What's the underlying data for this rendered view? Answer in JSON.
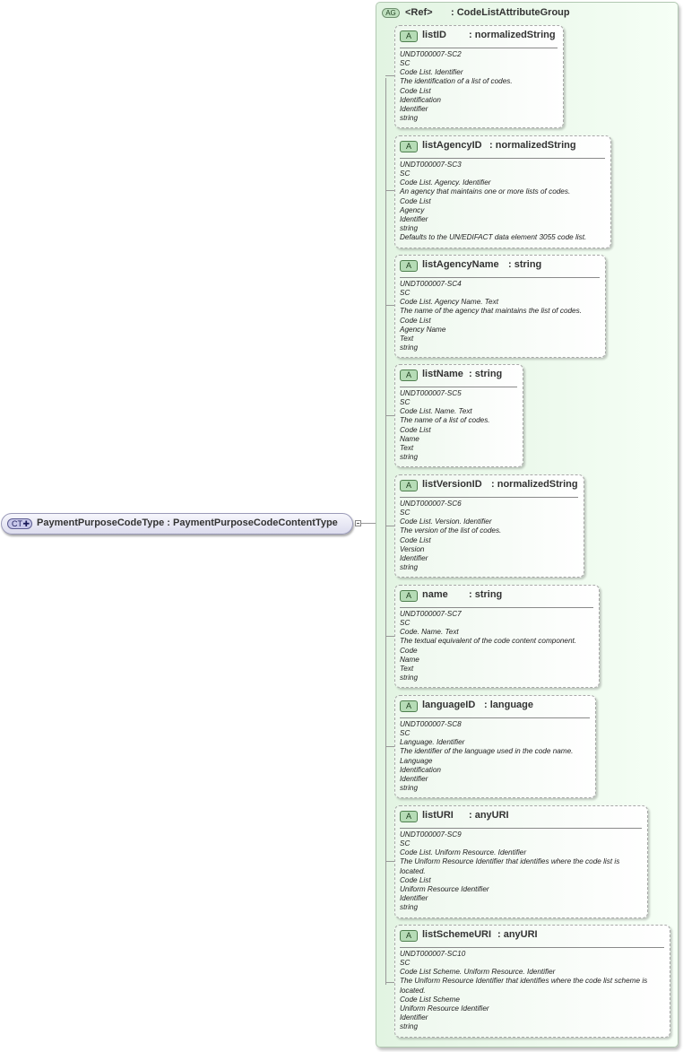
{
  "complex_type": {
    "badge": "CT",
    "name": "PaymentPurposeCodeType",
    "type": ": PaymentPurposeCodeContentType"
  },
  "attribute_group": {
    "badge": "AG",
    "ref": "<Ref>",
    "type": ": CodeListAttributeGroup"
  },
  "attributes": [
    {
      "badge": "A",
      "name": "listID",
      "type": ": normalizedString",
      "doc": [
        "UNDT000007-SC2",
        "SC",
        "Code List. Identifier",
        "The identification of a list of codes.",
        "Code List",
        "Identification",
        "Identifier",
        "string"
      ]
    },
    {
      "badge": "A",
      "name": "listAgencyID",
      "type": ": normalizedString",
      "doc": [
        "UNDT000007-SC3",
        "SC",
        "Code List. Agency. Identifier",
        "An agency that maintains one or more lists of codes.",
        "Code List",
        "Agency",
        "Identifier",
        "string",
        "Defaults to the UN/EDIFACT data element 3055 code list."
      ]
    },
    {
      "badge": "A",
      "name": "listAgencyName",
      "type": ": string",
      "doc": [
        "UNDT000007-SC4",
        "SC",
        "Code List. Agency Name. Text",
        "The name of the agency that maintains the list of codes.",
        "Code List",
        "Agency Name",
        "Text",
        "string"
      ]
    },
    {
      "badge": "A",
      "name": "listName",
      "type": ": string",
      "doc": [
        "UNDT000007-SC5",
        "SC",
        "Code List. Name. Text",
        "The name of a list of codes.",
        "Code List",
        "Name",
        "Text",
        "string"
      ]
    },
    {
      "badge": "A",
      "name": "listVersionID",
      "type": ": normalizedString",
      "doc": [
        "UNDT000007-SC6",
        "SC",
        "Code List. Version. Identifier",
        "The version of the list of codes.",
        "Code List",
        "Version",
        "Identifier",
        "string"
      ]
    },
    {
      "badge": "A",
      "name": "name",
      "type": ": string",
      "doc": [
        "UNDT000007-SC7",
        "SC",
        "Code. Name. Text",
        "The textual equivalent of the code content component.",
        "Code",
        "Name",
        "Text",
        "string"
      ]
    },
    {
      "badge": "A",
      "name": "languageID",
      "type": ": language",
      "doc": [
        "UNDT000007-SC8",
        "SC",
        "Language. Identifier",
        "The identifier of the language used in the code name.",
        "Language",
        "Identification",
        "Identifier",
        "string"
      ]
    },
    {
      "badge": "A",
      "name": "listURI",
      "type": ": anyURI",
      "doc": [
        "UNDT000007-SC9",
        "SC",
        "Code List. Uniform Resource. Identifier",
        "The Uniform Resource Identifier that identifies where the code list is located.",
        "Code List",
        "Uniform Resource Identifier",
        "Identifier",
        "string"
      ]
    },
    {
      "badge": "A",
      "name": "listSchemeURI",
      "type": ": anyURI",
      "doc": [
        "UNDT000007-SC10",
        "SC",
        "Code List Scheme. Uniform Resource. Identifier",
        "The Uniform Resource Identifier that identifies where the code list scheme is located.",
        "Code List Scheme",
        "Uniform Resource Identifier",
        "Identifier",
        "string"
      ]
    }
  ]
}
